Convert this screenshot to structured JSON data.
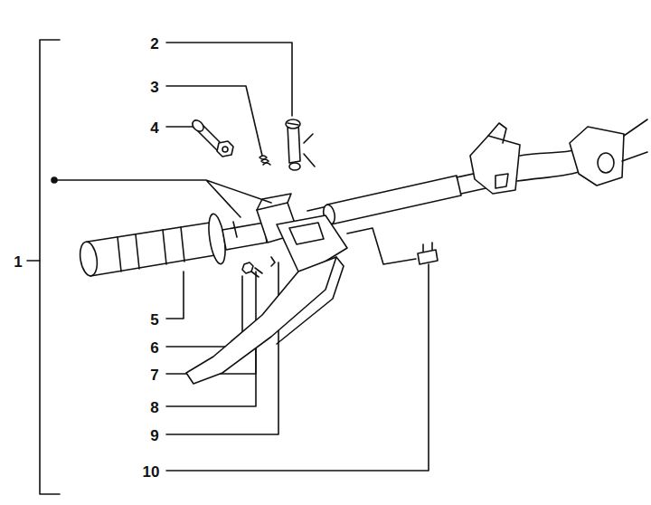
{
  "diagram": {
    "labels": [
      "2",
      "3",
      "4",
      "1",
      "5",
      "6",
      "7",
      "8",
      "9",
      "10"
    ]
  }
}
